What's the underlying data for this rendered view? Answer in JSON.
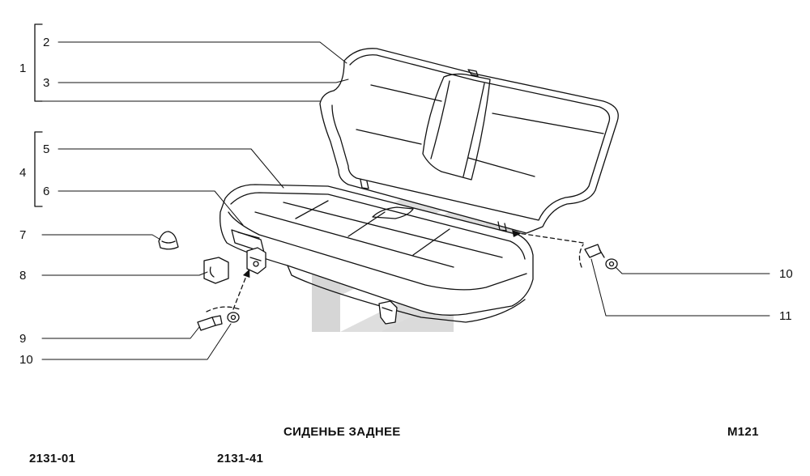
{
  "diagram": {
    "title": "СИДЕНЬЕ ЗАДНЕЕ",
    "code": "M121",
    "models": [
      "2131-01",
      "2131-41"
    ],
    "callouts": [
      "1",
      "2",
      "3",
      "4",
      "5",
      "6",
      "7",
      "8",
      "9",
      "10",
      "10",
      "11"
    ],
    "colors": {
      "line": "#111111",
      "watermark": "#d8d8d8",
      "watermark_dark": "#bdbdbd",
      "background": "#ffffff"
    }
  }
}
